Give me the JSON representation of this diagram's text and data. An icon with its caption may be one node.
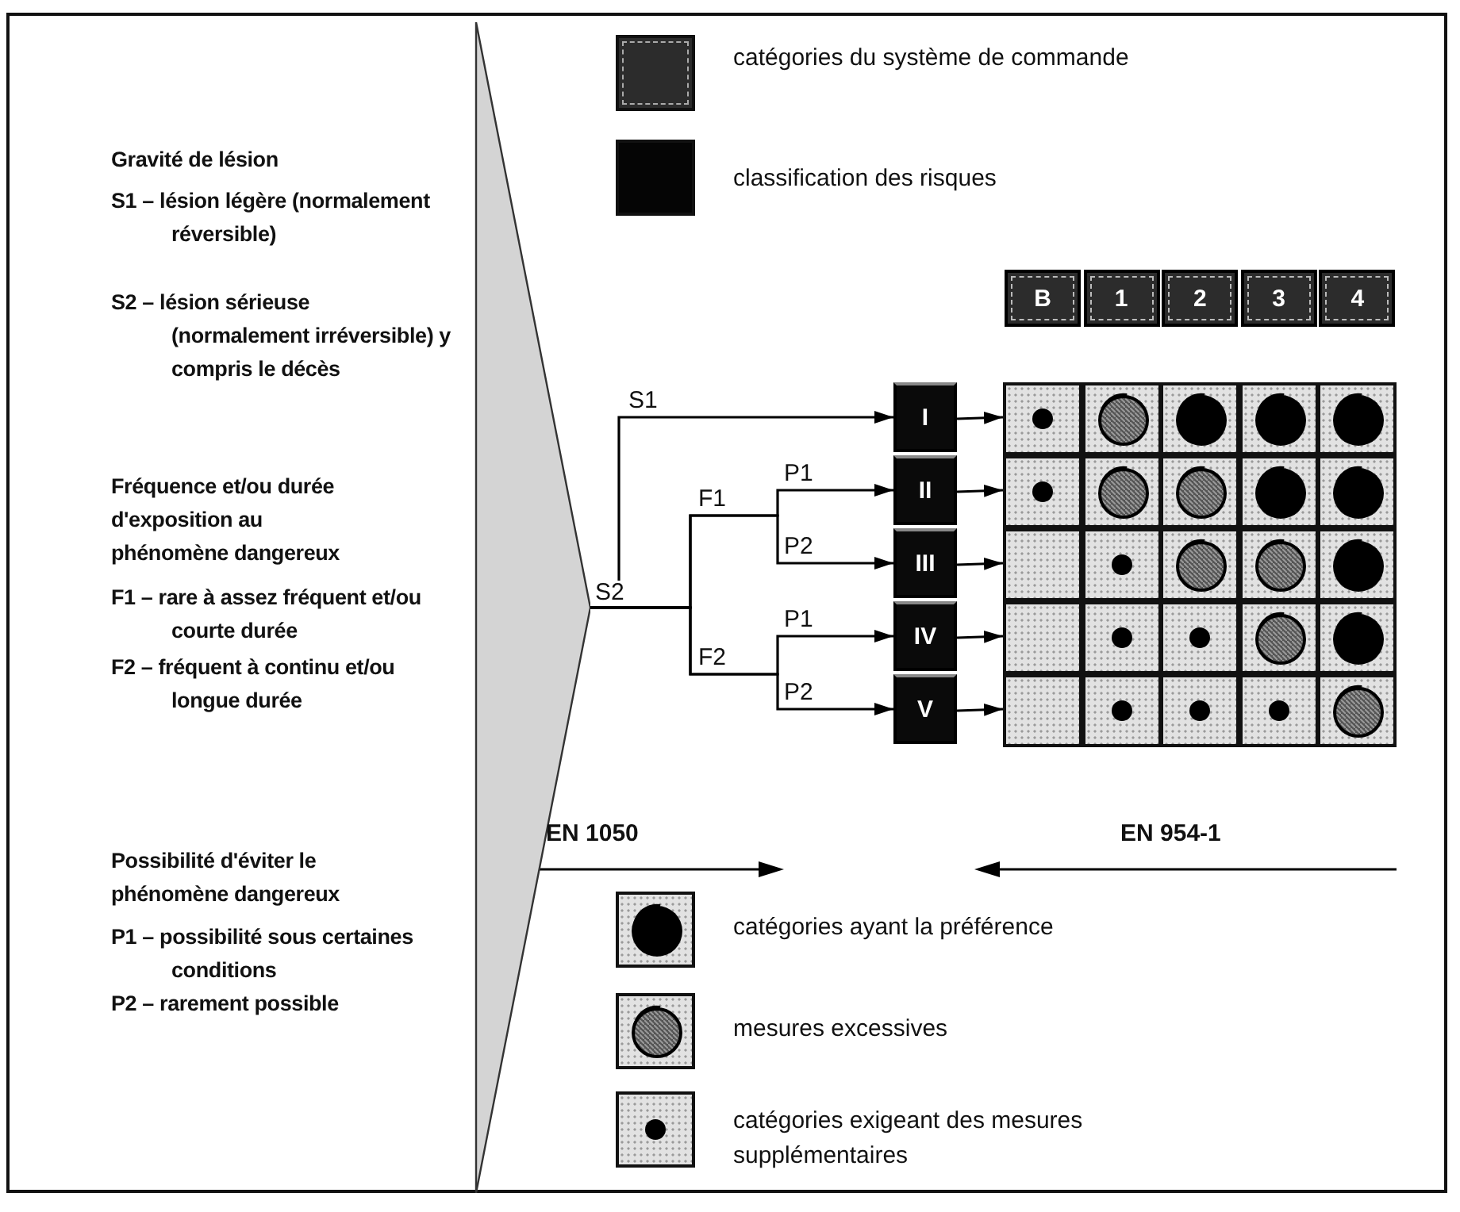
{
  "diagram": {
    "nodes": [
      {
        "text": [
          "B"
        ]
      },
      {
        "text": [
          "1"
        ]
      },
      {
        "text": [
          "2"
        ]
      },
      {
        "text": [
          "3"
        ]
      },
      {
        "text": [
          "4"
        ]
      },
      {
        "text": [],
        "shape": "triangle"
      },
      {
        "text": [
          "I"
        ]
      },
      {
        "text": [
          "II"
        ]
      },
      {
        "text": [
          "III"
        ]
      },
      {
        "text": [
          "IV"
        ]
      },
      {
        "text": [
          "V"
        ]
      },
      {
        "text": [],
        "shape": "box"
      },
      {
        "text": [],
        "shape": "box"
      },
      {
        "text": [],
        "shape": "box"
      },
      {
        "text": [],
        "shape": "box"
      },
      {
        "text": [],
        "shape": "box"
      },
      {
        "text": [],
        "shape": "box"
      },
      {
        "text": [],
        "shape": "box"
      },
      {
        "text": [],
        "shape": "box"
      },
      {
        "text": [],
        "shape": "box"
      },
      {
        "text": [],
        "shape": "box"
      },
      {
        "text": [],
        "shape": "box"
      },
      {
        "text": [],
        "shape": "box"
      },
      {
        "text": [],
        "shape": "box"
      },
      {
        "text": [],
        "shape": "box"
      },
      {
        "text": [],
        "shape": "box"
      },
      {
        "text": [],
        "shape": "box"
      },
      {
        "text": [],
        "shape": "box"
      },
      {
        "text": [],
        "shape": "box"
      },
      {
        "text": [],
        "shape": "box"
      },
      {
        "text": [],
        "shape": "box"
      },
      {
        "text": [],
        "shape": "box"
      },
      {
        "text": [],
        "shape": "box"
      },
      {
        "text": [],
        "shape": "box"
      },
      {
        "text": [],
        "shape": "box"
      },
      {
        "text": [],
        "shape": "box"
      }
    ],
    "edges": [
      {
        "from": 5,
        "to": 6,
        "arrow": "to",
        "label": "S1"
      },
      {
        "from": 5,
        "to": 7,
        "arrow": "to",
        "label": "P1"
      },
      {
        "from": 5,
        "to": 8,
        "arrow": "to",
        "label": "P2"
      },
      {
        "from": 5,
        "to": 9,
        "arrow": "to",
        "label": "P1"
      },
      {
        "from": 5,
        "to": 10,
        "arrow": "to",
        "label": "P2"
      },
      {
        "from": 6,
        "to": 11,
        "arrow": "to"
      },
      {
        "from": 7,
        "to": 16,
        "arrow": "to"
      },
      {
        "from": 8,
        "to": 21,
        "arrow": "to"
      },
      {
        "from": 9,
        "to": 26,
        "arrow": "to"
      },
      {
        "from": 10,
        "to": 31,
        "arrow": "to"
      }
    ],
    "labels": [
      "Gravité de lésion",
      "S1 – lésion légère (normalement réversible)",
      "S2 – lésion sérieuse (normalement irréversible) y compris le décès",
      "Fréquence et/ou durée d'exposition au phénomène dangereux",
      "F1 – rare à assez fréquent et/ou courte durée",
      "F2 – fréquent à continu et/ou longue durée",
      "Possibilité d'éviter le phénomène dangereux",
      "P1 – possibilité sous certaines conditions",
      "P2 – rarement possible",
      "S2",
      "F1",
      "F2",
      "EN 1050",
      "EN 954-1"
    ],
    "legend": [
      {
        "text": "catégories du système de commande"
      },
      {
        "text": "classification des risques"
      },
      {
        "text": "catégories ayant la préférence"
      },
      {
        "text": "mesures excessives"
      },
      {
        "text": "catégories exigeant des mesures supplémentaires"
      }
    ]
  }
}
